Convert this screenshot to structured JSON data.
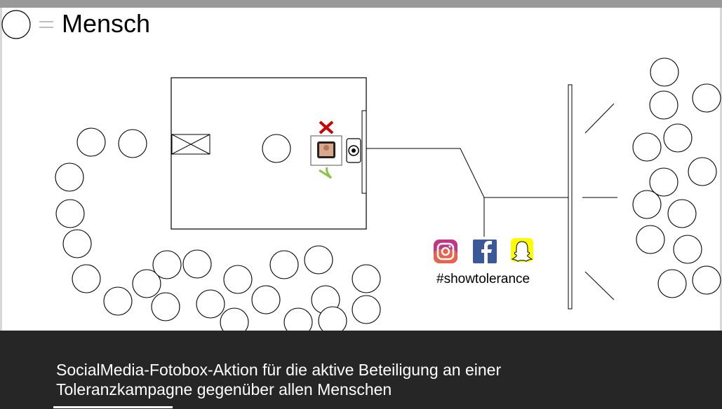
{
  "legend": {
    "equals_label": "Mensch"
  },
  "hashtag": "#showtolerance",
  "social_icons": [
    "instagram-icon",
    "facebook-icon",
    "snapchat-icon"
  ],
  "colors": {
    "instagram": "#c13584",
    "facebook": "#3b5998",
    "snapchat": "#fffc00",
    "cross": "#cc0000",
    "check": "#8bc34a",
    "caption_bg": "#262626"
  },
  "caption": {
    "line1": "SocialMedia-Fotobox-Aktion für die aktive Beteiligung an einer",
    "line2": "Toleranzkampagne gegenüber allen Menschen"
  }
}
